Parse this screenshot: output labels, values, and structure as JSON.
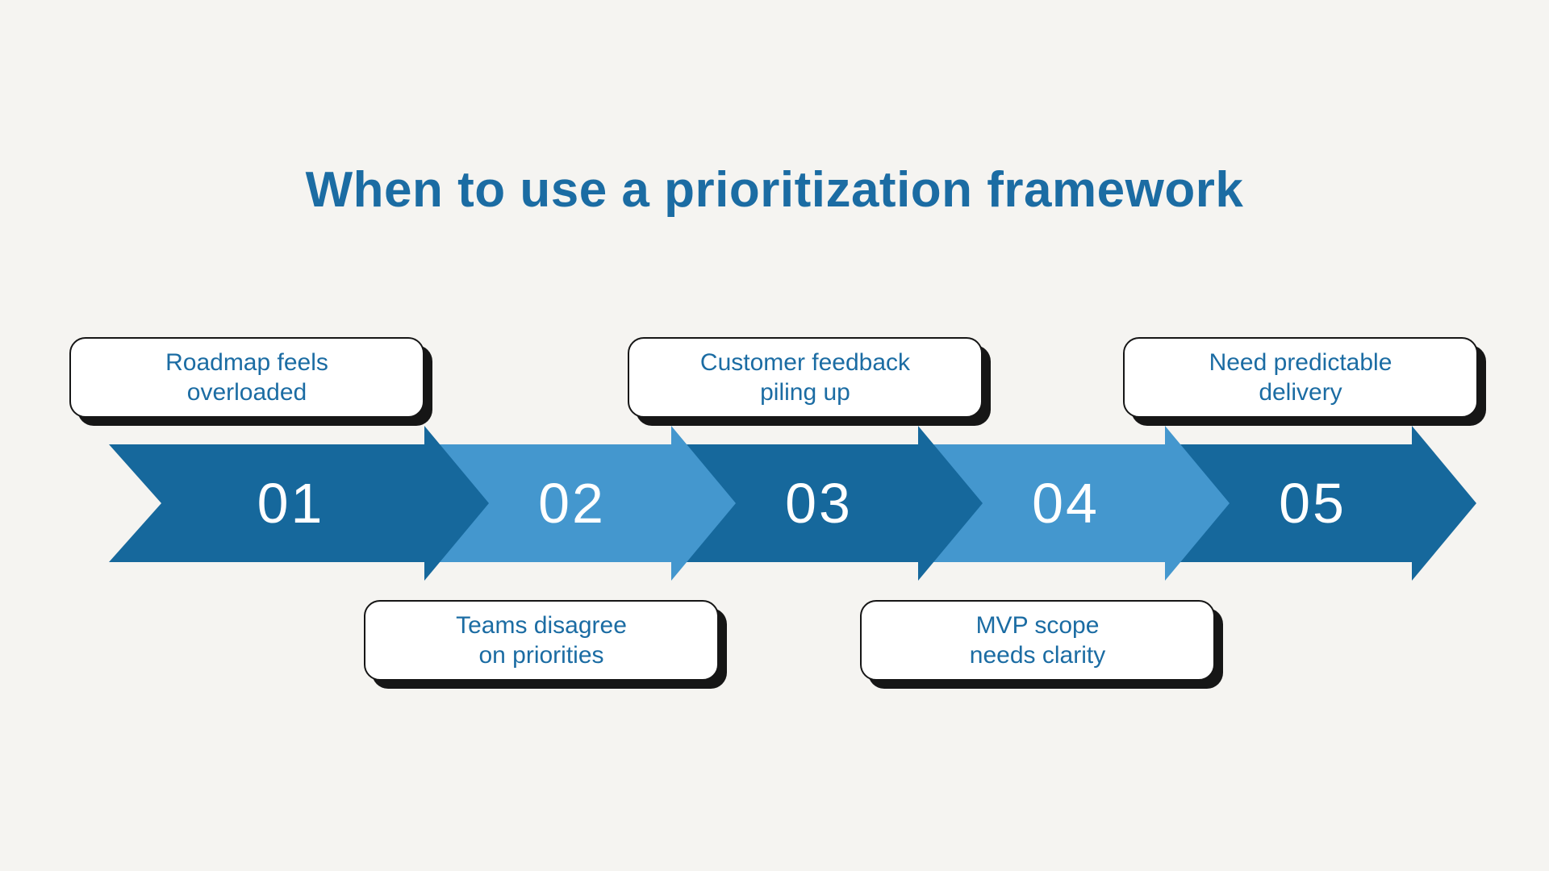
{
  "title": "When to use a prioritization framework",
  "colors": {
    "bg": "#f5f4f1",
    "dark": "#16689c",
    "light": "#4497ce",
    "text": "#1b6ca3",
    "ink": "#161616"
  },
  "steps": [
    {
      "number": "01",
      "tone": "dark",
      "label_position": "top",
      "lines": [
        "Roadmap feels",
        "overloaded"
      ]
    },
    {
      "number": "02",
      "tone": "light",
      "label_position": "bottom",
      "lines": [
        "Teams disagree",
        "on priorities"
      ]
    },
    {
      "number": "03",
      "tone": "dark",
      "label_position": "top",
      "lines": [
        "Customer feedback",
        "piling up"
      ]
    },
    {
      "number": "04",
      "tone": "light",
      "label_position": "bottom",
      "lines": [
        "MVP scope",
        "needs clarity"
      ]
    },
    {
      "number": "05",
      "tone": "dark",
      "label_position": "top",
      "lines": [
        "Need predictable",
        "delivery"
      ]
    }
  ]
}
